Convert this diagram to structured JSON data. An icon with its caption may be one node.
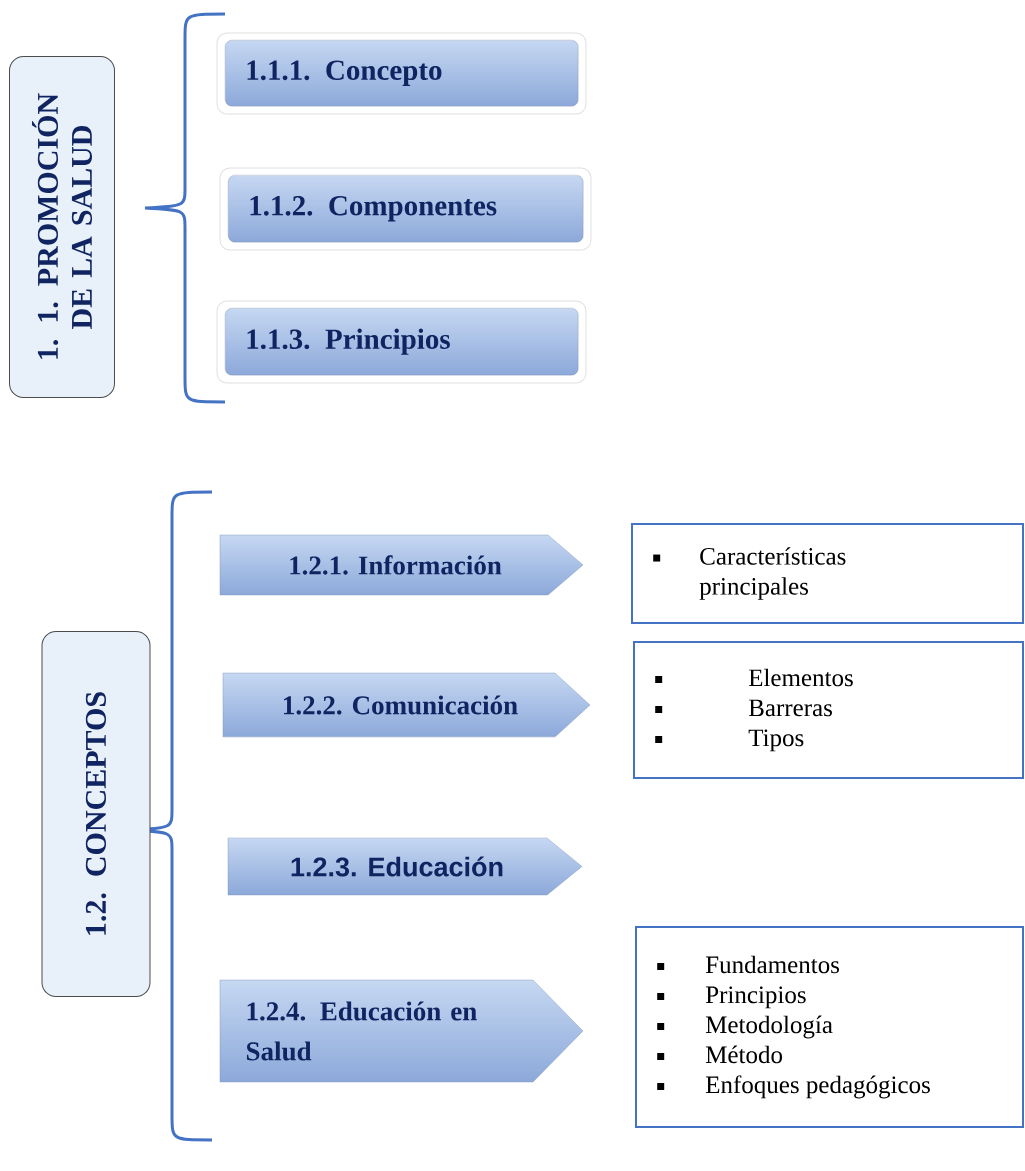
{
  "diagram": {
    "nodes": [
      {
        "text": [
          "1. 1. PROMOCIÓN DE LA SALUD"
        ]
      },
      {
        "text": [
          "1.1.1. Concepto"
        ]
      },
      {
        "text": [
          "1.1.2. Componentes"
        ]
      },
      {
        "text": [
          "1.1.3. Principios"
        ]
      },
      {
        "text": [
          "1.2. CONCEPTOS"
        ]
      },
      {
        "text": [
          "1.2.1. Información"
        ]
      },
      {
        "text": [
          "1.2.2. Comunicación"
        ]
      },
      {
        "text": [
          "1.2.3. Educación"
        ]
      },
      {
        "text": [
          "1.2.4. Educación en Salud"
        ]
      },
      {
        "text": [
          "Características principales"
        ]
      },
      {
        "text": [
          "Elementos",
          "Barreras",
          "Tipos"
        ]
      },
      {
        "text": [
          "Fundamentos",
          "Principios",
          "Metodología",
          "Método",
          "Enfoques pedagógicos"
        ]
      }
    ]
  }
}
